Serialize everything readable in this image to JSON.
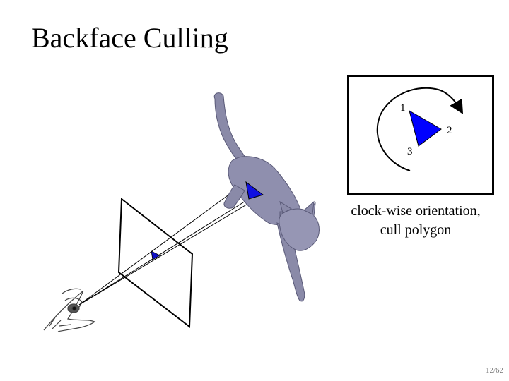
{
  "slide": {
    "title": "Backface Culling",
    "slide_number": "12/62"
  },
  "inset": {
    "vertex_labels": [
      "1",
      "2",
      "3"
    ],
    "triangle_color": "#0000ff",
    "caption_line1": "clock-wise orientation,",
    "caption_line2": "cull polygon"
  },
  "colors": {
    "cat_body": "#8a8aa8",
    "triangle_fill": "#1010e0",
    "line": "#000000"
  }
}
